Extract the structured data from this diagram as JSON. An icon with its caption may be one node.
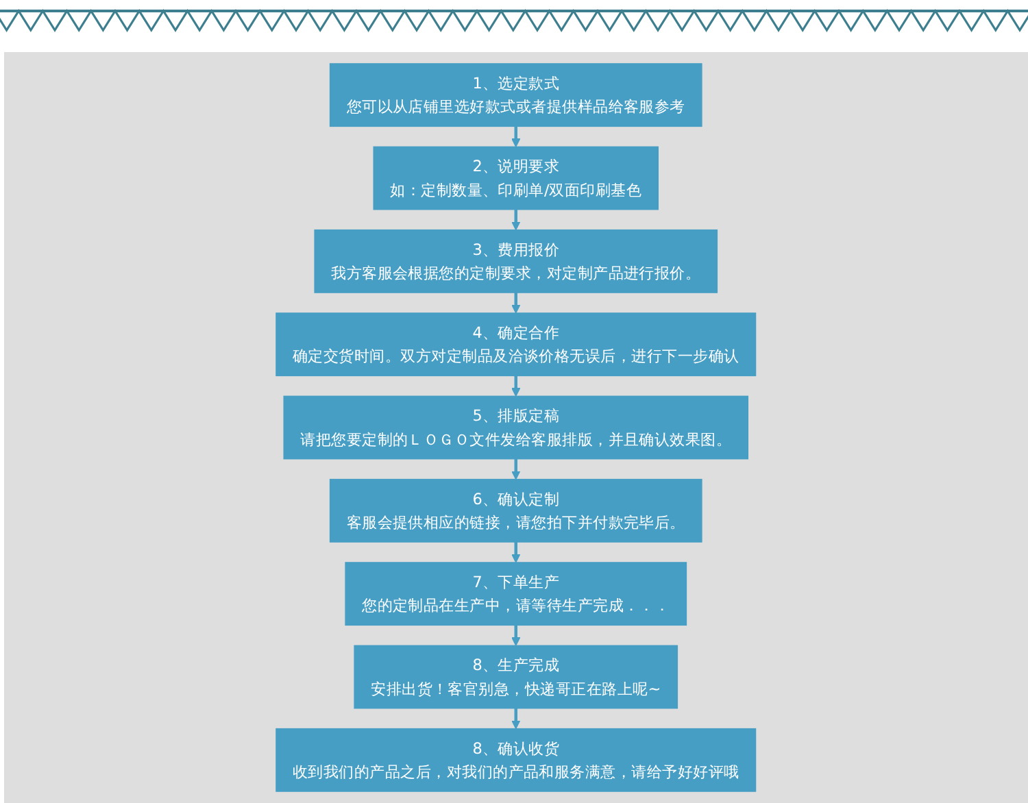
{
  "diagram": {
    "nodes": [
      {
        "text": [
          "1、选定款式",
          "您可以从店铺里选好款式或者提供样品给客服参考"
        ]
      },
      {
        "text": [
          "2、说明要求",
          "如：定制数量、印刷单/双面印刷基色"
        ]
      },
      {
        "text": [
          "3、费用报价",
          "我方客服会根据您的定制要求，对定制产品进行报价。"
        ]
      },
      {
        "text": [
          "4、确定合作",
          "确定交货时间。双方对定制品及洽谈价格无误后，进行下一步确认"
        ]
      },
      {
        "text": [
          "5、排版定稿",
          "请把您要定制的ＬＯＧＯ文件发给客服排版，并且确认效果图。"
        ]
      },
      {
        "text": [
          "6、确认定制",
          "客服会提供相应的链接，请您拍下并付款完毕后。"
        ]
      },
      {
        "text": [
          "7、下单生产",
          "您的定制品在生产中，请等待生产完成．．．"
        ]
      },
      {
        "text": [
          "8、生产完成",
          "安排出货！客官别急，快递哥正在路上呢~"
        ]
      },
      {
        "text": [
          "8、确认收货",
          "收到我们的产品之后，对我们的产品和服务满意，请给予好好评哦"
        ]
      }
    ],
    "edges": [
      {
        "from": 0,
        "to": 1,
        "arrow": "to"
      },
      {
        "from": 1,
        "to": 2,
        "arrow": "to"
      },
      {
        "from": 2,
        "to": 3,
        "arrow": "to"
      },
      {
        "from": 3,
        "to": 4,
        "arrow": "to"
      },
      {
        "from": 4,
        "to": 5,
        "arrow": "to"
      },
      {
        "from": 5,
        "to": 6,
        "arrow": "to"
      },
      {
        "from": 6,
        "to": 7,
        "arrow": "to"
      },
      {
        "from": 7,
        "to": 8,
        "arrow": "to"
      }
    ]
  }
}
